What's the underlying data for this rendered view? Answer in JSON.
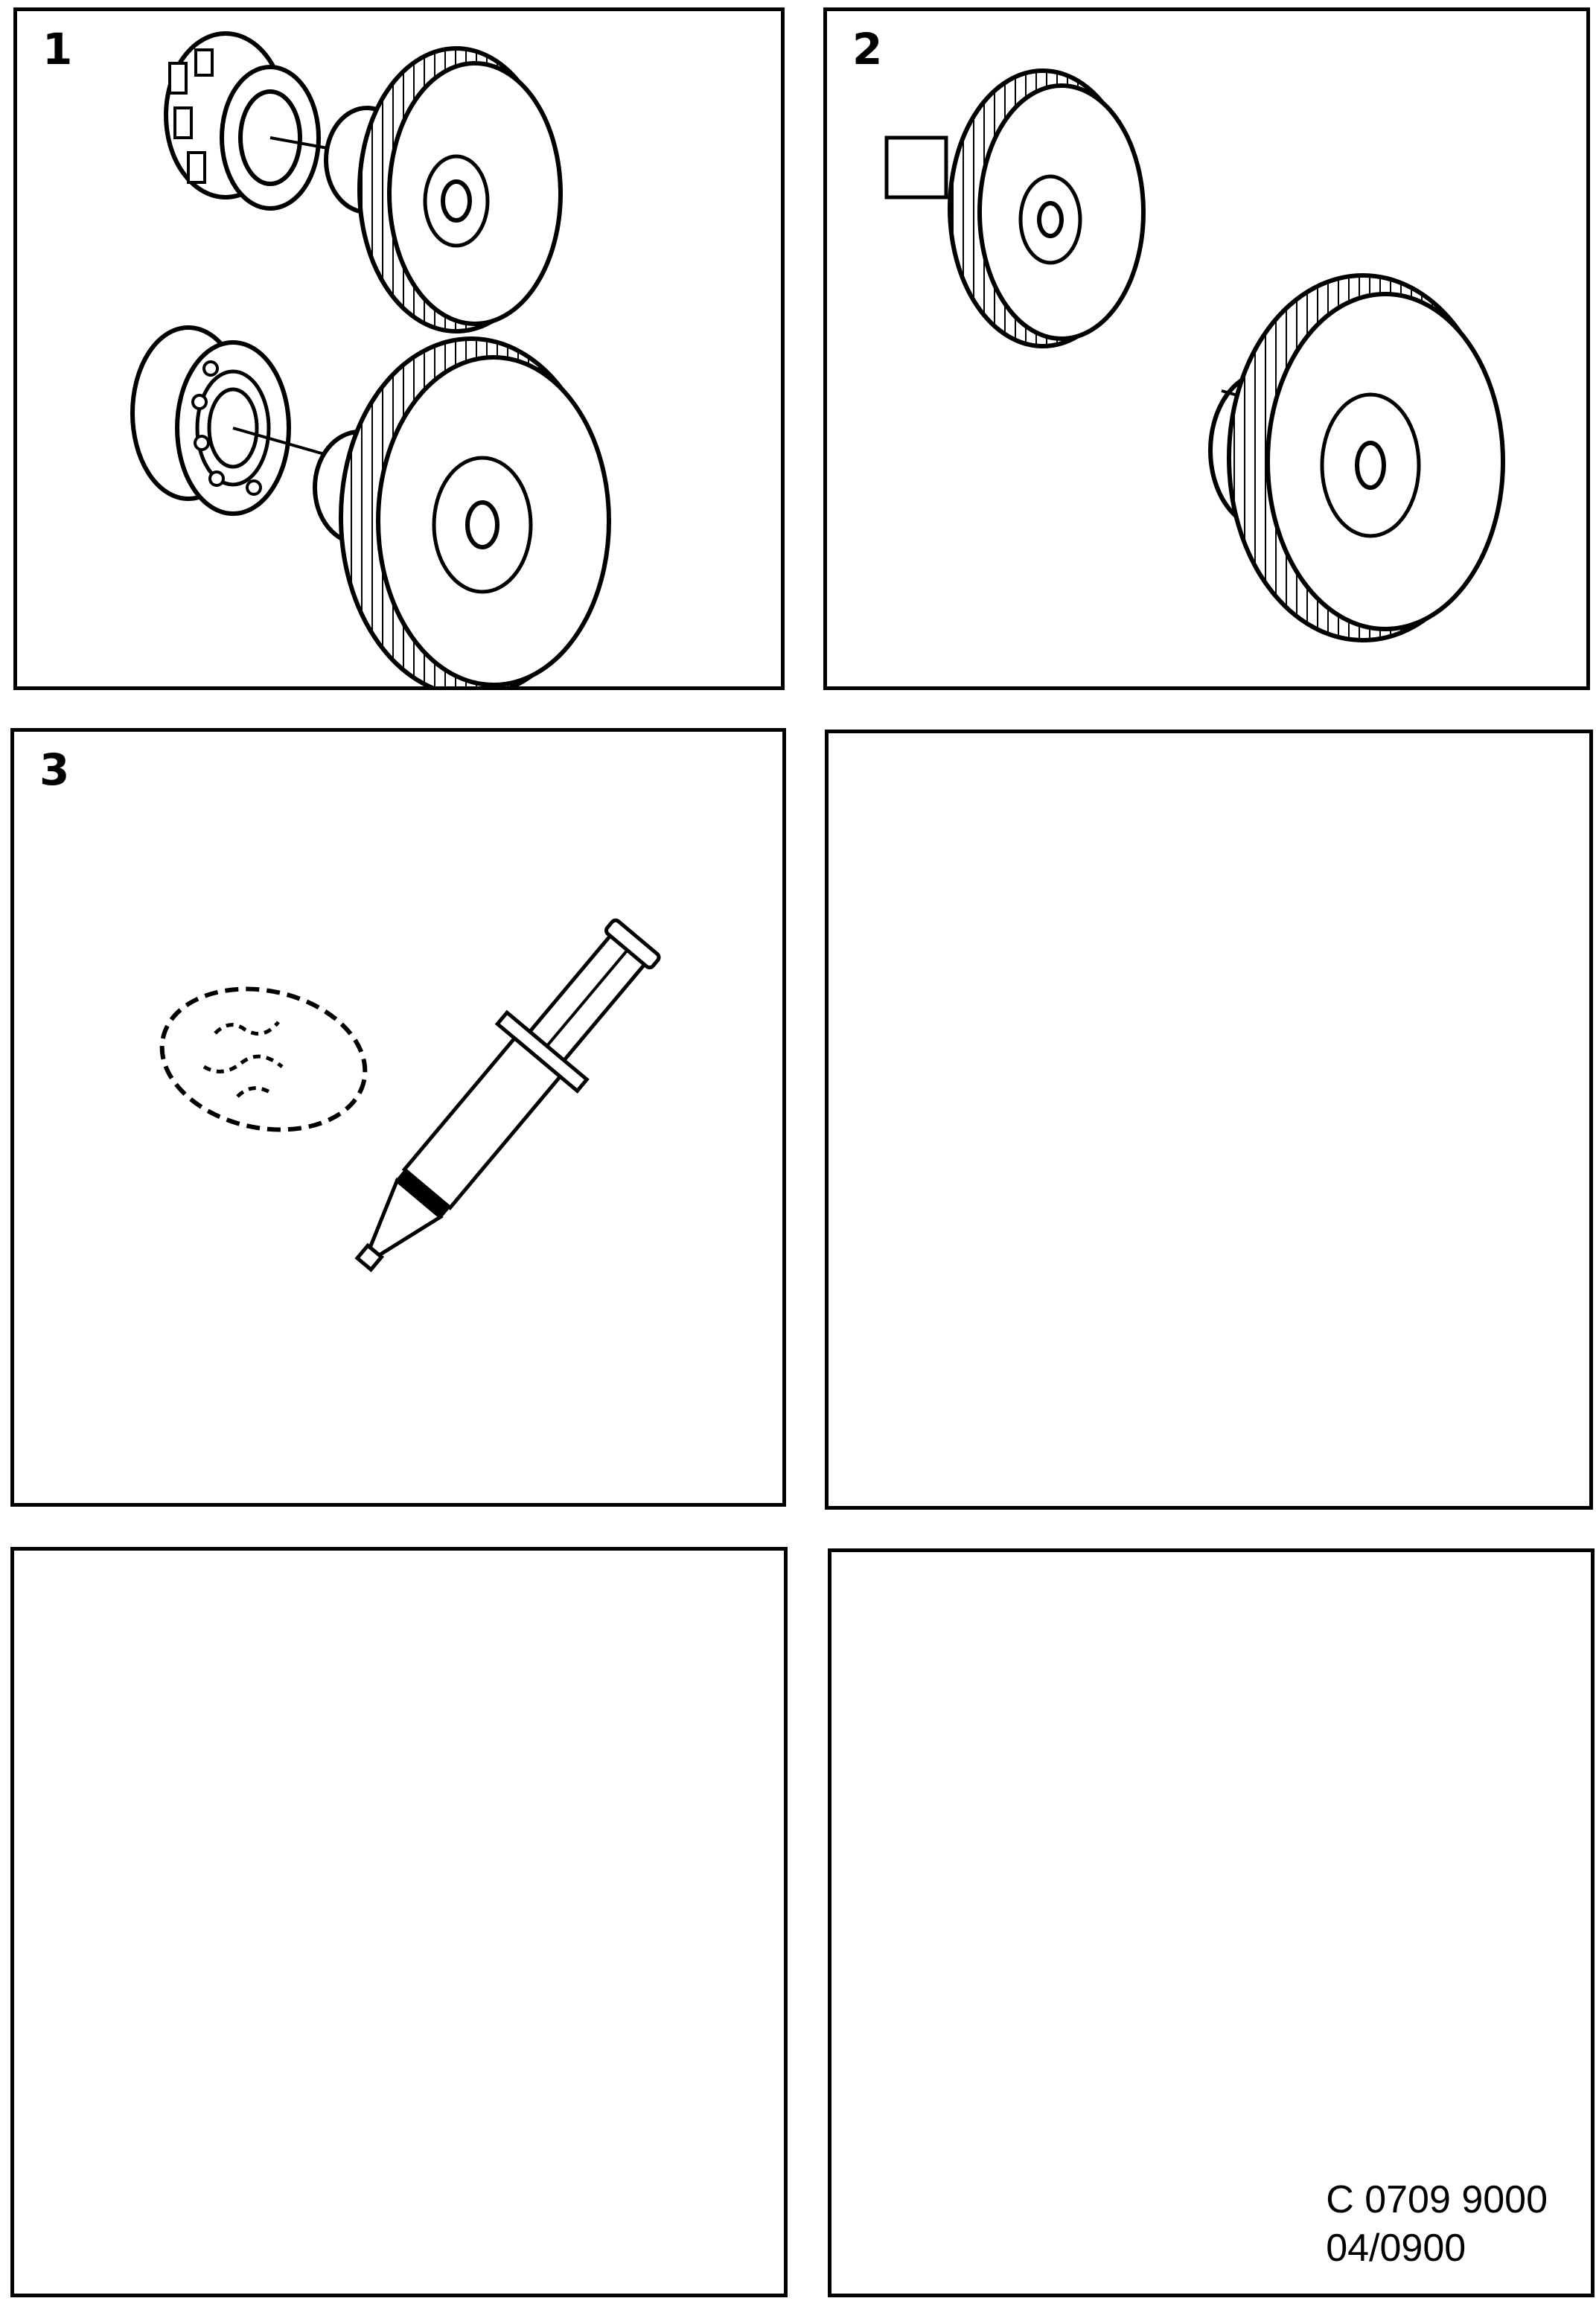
{
  "panels": [
    {
      "step": "1",
      "content": "bearing-and-gear-pairs"
    },
    {
      "step": "2",
      "content": "assembled-gears"
    },
    {
      "step": "3",
      "content": "grease-and-syringe"
    },
    {
      "step": "",
      "content": "empty"
    },
    {
      "step": "",
      "content": "empty"
    },
    {
      "step": "",
      "content": "empty"
    }
  ],
  "reference": {
    "doc_code": "C 0709 9000",
    "doc_date": "04/0900"
  },
  "colors": {
    "line": "#000000",
    "background": "#ffffff"
  },
  "icons": [
    "bearing-icon",
    "gear-icon",
    "grease-blob-icon",
    "syringe-icon"
  ]
}
